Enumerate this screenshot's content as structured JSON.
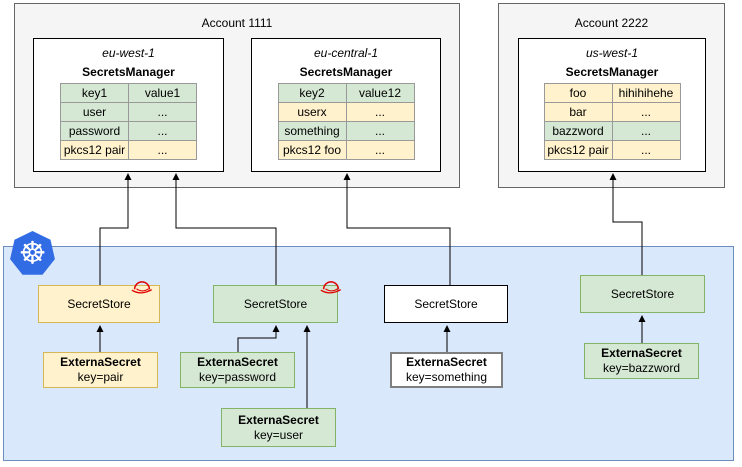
{
  "colors": {
    "green_fill": "#d5e8d4",
    "green_stroke": "#82b366",
    "yellow_fill": "#fff2cc",
    "yellow_stroke": "#d6b656",
    "account_fill": "#f5f5f5",
    "account_stroke": "#666666",
    "cluster_fill": "#dae8fc",
    "cluster_stroke": "#6c8ebf",
    "kubernetes_blue": "#326ce5",
    "redhat_red": "#ee0000",
    "line_color": "#000000"
  },
  "accounts": [
    {
      "title": "Account 1111",
      "regions": [
        {
          "name": "eu-west-1",
          "service": "SecretsManager",
          "rows": [
            {
              "key": "key1",
              "value": "value1",
              "color": "green"
            },
            {
              "key": "user",
              "value": "...",
              "color": "green"
            },
            {
              "key": "password",
              "value": "...",
              "color": "green"
            },
            {
              "key": "pkcs12 pair",
              "value": "...",
              "color": "yellow"
            }
          ]
        },
        {
          "name": "eu-central-1",
          "service": "SecretsManager",
          "rows": [
            {
              "key": "key2",
              "value": "value12",
              "color": "green"
            },
            {
              "key": "userx",
              "value": "...",
              "color": "yellow"
            },
            {
              "key": "something",
              "value": "...",
              "color": "green"
            },
            {
              "key": "pkcs12 foo",
              "value": "...",
              "color": "yellow"
            }
          ]
        }
      ]
    },
    {
      "title": "Account 2222",
      "regions": [
        {
          "name": "us-west-1",
          "service": "SecretsManager",
          "rows": [
            {
              "key": "foo",
              "value": "hihihihehe",
              "color": "yellow"
            },
            {
              "key": "bar",
              "value": "...",
              "color": "yellow"
            },
            {
              "key": "bazzword",
              "value": "...",
              "color": "green"
            },
            {
              "key": "pkcs12 pair",
              "value": "...",
              "color": "yellow"
            }
          ]
        }
      ]
    }
  ],
  "cluster": {
    "icons": {
      "kubernetes": "kubernetes-logo",
      "redhat": "redhat-logo"
    },
    "secret_stores": [
      {
        "label": "SecretStore",
        "color": "yellow",
        "has_redhat_icon": true
      },
      {
        "label": "SecretStore",
        "color": "green",
        "has_redhat_icon": true
      },
      {
        "label": "SecretStore",
        "color": "white",
        "has_redhat_icon": false
      },
      {
        "label": "SecretStore",
        "color": "green",
        "has_redhat_icon": false
      }
    ],
    "external_secrets": [
      {
        "name": "ExternaSecret",
        "key": "key=pair",
        "color": "yellow"
      },
      {
        "name": "ExternaSecret",
        "key": "key=password",
        "color": "green"
      },
      {
        "name": "ExternaSecret",
        "key": "key=user",
        "color": "green"
      },
      {
        "name": "ExternaSecret",
        "key": "key=something",
        "color": "whitegray"
      },
      {
        "name": "ExternaSecret",
        "key": "key=bazzword",
        "color": "green"
      }
    ]
  }
}
